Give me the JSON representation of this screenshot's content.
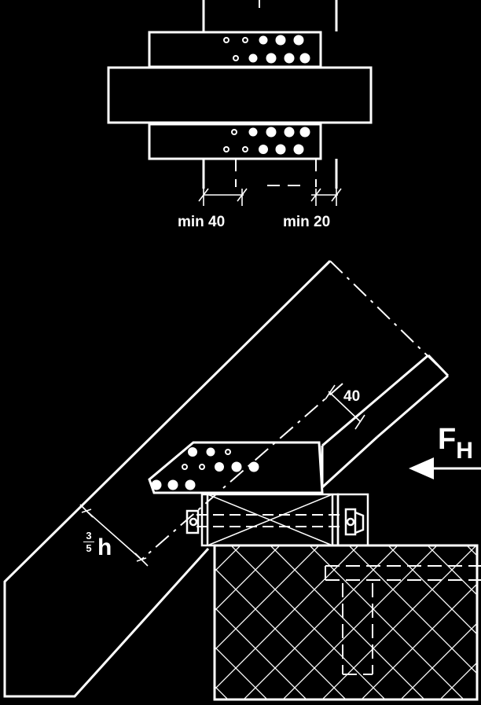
{
  "labels": {
    "min_left": "min 40",
    "min_right": "min 20",
    "edge_40": "40",
    "force_main": "F",
    "force_sub": "H",
    "frac_num": "3",
    "frac_den": "5",
    "h": "h"
  },
  "colors": {
    "background": "#000000",
    "ink": "#ffffff"
  }
}
